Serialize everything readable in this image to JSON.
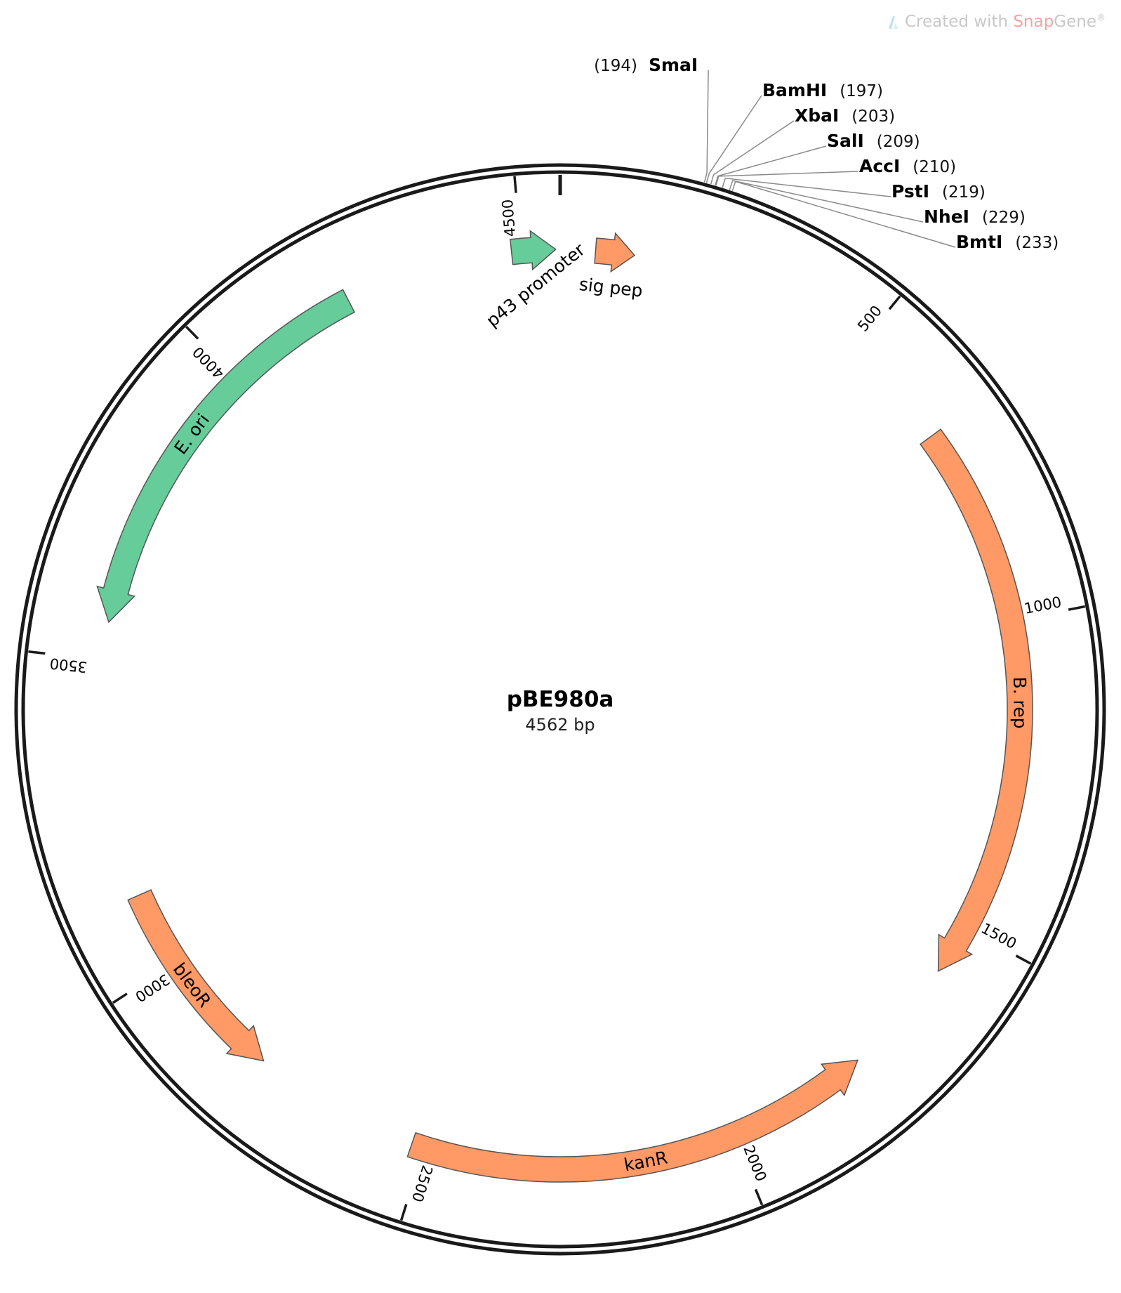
{
  "watermark": {
    "prefix": "Created with ",
    "brand_part1": "Snap",
    "brand_part2": "Gene",
    "mark": "®"
  },
  "plasmid": {
    "name": "pBE980a",
    "length_text": "4562 bp",
    "length_bp": 4562
  },
  "ticks": [
    {
      "pos": 500,
      "label": "500"
    },
    {
      "pos": 1000,
      "label": "1000"
    },
    {
      "pos": 1500,
      "label": "1500"
    },
    {
      "pos": 2000,
      "label": "2000"
    },
    {
      "pos": 2500,
      "label": "2500"
    },
    {
      "pos": 3000,
      "label": "3000"
    },
    {
      "pos": 3500,
      "label": "3500"
    },
    {
      "pos": 4000,
      "label": "4000"
    },
    {
      "pos": 4500,
      "label": "4500"
    }
  ],
  "features": [
    {
      "name": "p43 promoter",
      "start": 4485,
      "end": 4555,
      "direction": "forward",
      "color": "#66cc99"
    },
    {
      "name": "sig pep",
      "start": 56,
      "end": 118,
      "direction": "forward",
      "color": "#ff9966"
    },
    {
      "name": "B. rep",
      "start": 680,
      "end": 1580,
      "direction": "forward",
      "color": "#ff9966"
    },
    {
      "name": "kanR",
      "start": 1770,
      "end": 2520,
      "direction": "reverse",
      "color": "#ff9966"
    },
    {
      "name": "bleoR",
      "start": 2790,
      "end": 3120,
      "direction": "reverse",
      "color": "#ff9966"
    },
    {
      "name": "E. ori",
      "start": 3560,
      "end": 4215,
      "direction": "reverse",
      "color": "#66cc99"
    }
  ],
  "sites": [
    {
      "name": "SmaI",
      "position": 194,
      "pos_text": "(194)"
    },
    {
      "name": "BamHI",
      "position": 197,
      "pos_text": "(197)"
    },
    {
      "name": "XbaI",
      "position": 203,
      "pos_text": "(203)"
    },
    {
      "name": "SalI",
      "position": 209,
      "pos_text": "(209)"
    },
    {
      "name": "AccI",
      "position": 210,
      "pos_text": "(210)"
    },
    {
      "name": "PstI",
      "position": 219,
      "pos_text": "(219)"
    },
    {
      "name": "NheI",
      "position": 229,
      "pos_text": "(229)"
    },
    {
      "name": "BmtI",
      "position": 233,
      "pos_text": "(233)"
    }
  ]
}
